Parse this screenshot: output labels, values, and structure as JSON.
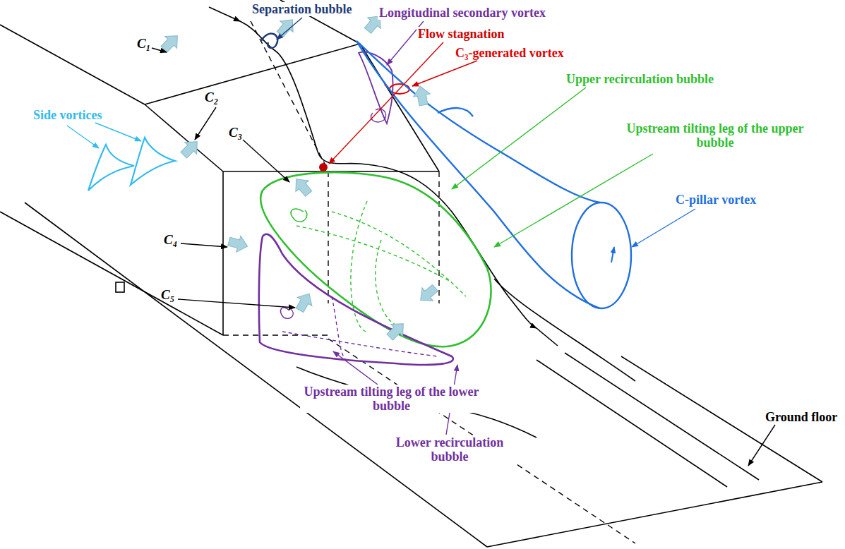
{
  "diagram": {
    "labels": [
      "Separation bubble",
      "Longitudinal secondary vortex",
      "Flow stagnation",
      "C₃-generated vortex",
      "Upper recirculation bubble",
      "Upstream tilting leg of the upper bubble",
      "C-pillar vortex",
      "Side vortices",
      "C₁",
      "C₂",
      "C₃",
      "C₄",
      "C₅",
      "Upstream tilting leg of the lower bubble",
      "Lower recirculation bubble",
      "Ground floor"
    ]
  }
}
